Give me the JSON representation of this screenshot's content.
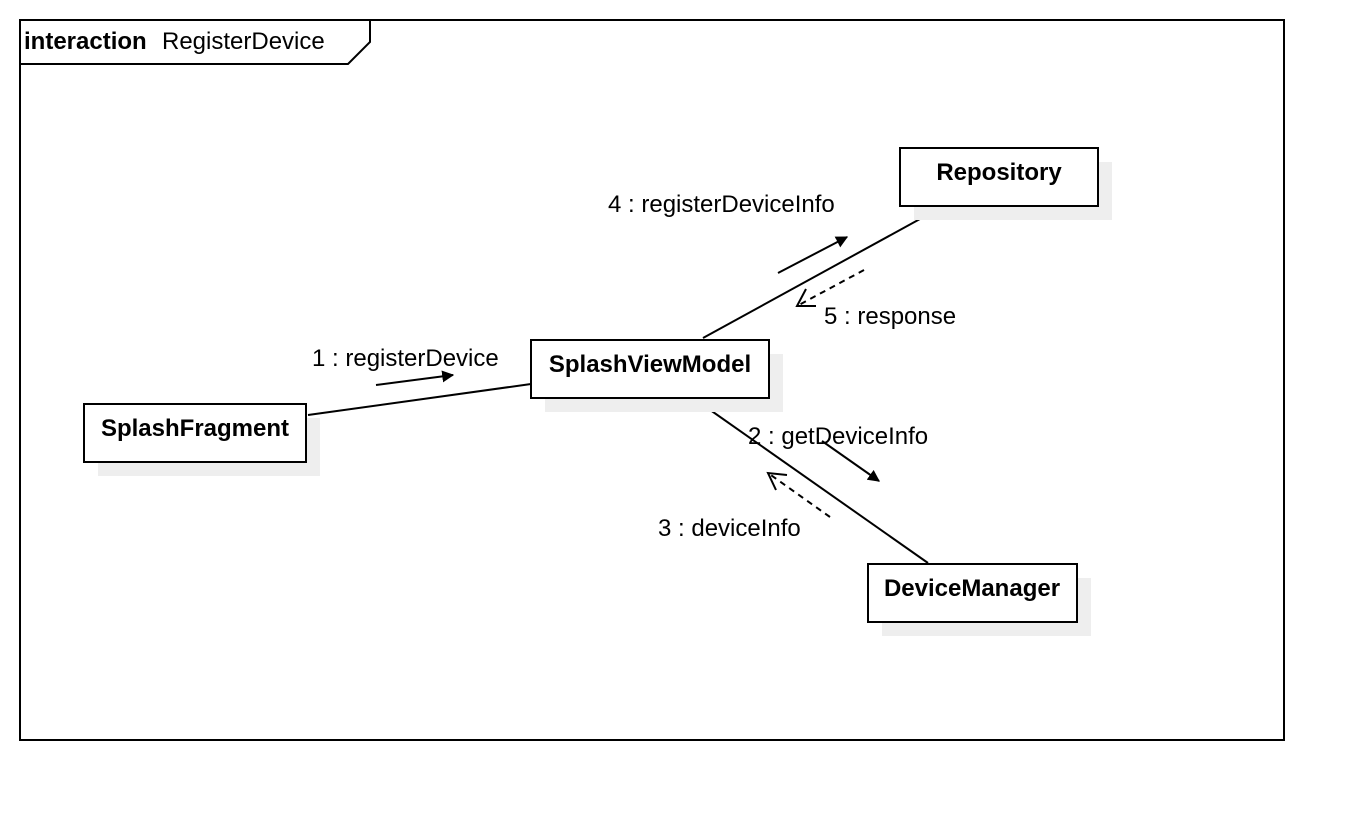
{
  "frame": {
    "keyword": "interaction",
    "name": "RegisterDevice"
  },
  "objects": {
    "splash_fragment": "SplashFragment",
    "splash_view_model": "SplashViewModel",
    "repository": "Repository",
    "device_manager": "DeviceManager"
  },
  "messages": {
    "m1": "1 : registerDevice",
    "m2": "2 : getDeviceInfo",
    "m3": "3 : deviceInfo",
    "m4": "4 : registerDeviceInfo",
    "m5": "5 : response"
  },
  "colors": {
    "stroke": "#000000",
    "shadow": "#eeeeee",
    "background": "#ffffff"
  }
}
